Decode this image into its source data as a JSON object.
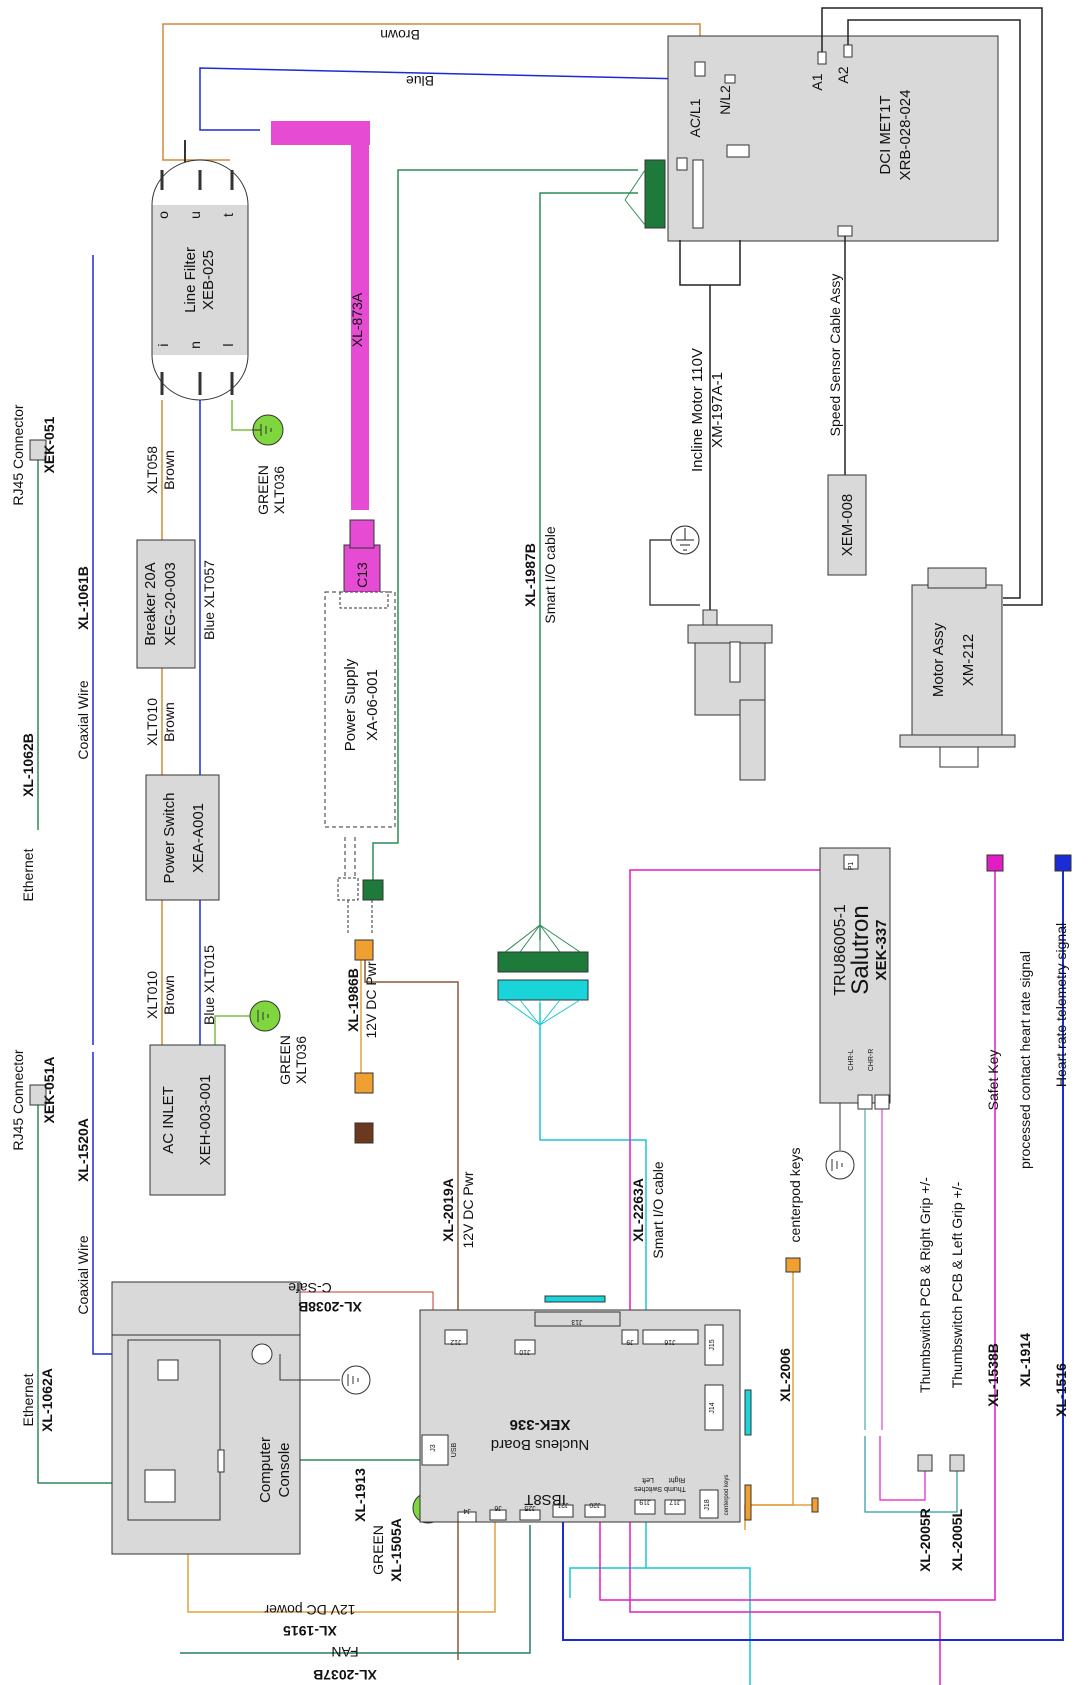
{
  "colors": {
    "brown": "#d08a3a",
    "blue": "#1b2bd6",
    "green": "#2e8b57",
    "cyan": "#19c8d2",
    "magenta": "#e01ec4",
    "red": "#c0392b",
    "darkbrown": "#6b3a1e",
    "gray": "#d9d9d9",
    "teal": "#2a7a6a"
  },
  "labels": {
    "brown_top": "Brown",
    "blue_top": "Blue",
    "ac_l1": "AC/L1",
    "n_l2": "N/L2",
    "a1": "A1",
    "a2": "A2",
    "motor_ctrl_name": "DCI MET1T",
    "motor_ctrl_part": "XRB-028-024",
    "line_filter_name": "Line Filter",
    "line_filter_part": "XEB-025",
    "lf_o": "o",
    "lf_u": "u",
    "lf_t": "t",
    "lf_i": "i",
    "lf_n": "n",
    "lf_l": "l",
    "xl873a": "XL-873A",
    "green_xlt036_a": "GREEN",
    "xlt036_a": "XLT036",
    "xlt058": "XLT058",
    "brown_058": "Brown",
    "breaker_name": "Breaker 20A",
    "breaker_part": "XEG-20-003",
    "blue_xlt057": "Blue  XLT057",
    "c13": "C13",
    "ps_name": "Power Supply",
    "ps_part": "XA-06-001",
    "xlt010_a": "XLT010",
    "brown_010a": "Brown",
    "power_switch_name": "Power Switch",
    "power_switch_part": "XEA-A001",
    "xlt010_b": "XLT010",
    "brown_010b": "Brown",
    "blue_xlt015": "Blue XLT015",
    "green_xlt036_b": "GREEN",
    "xlt036_b": "XLT036",
    "ac_inlet_name": "AC INLET",
    "ac_inlet_part": "XEH-003-001",
    "rj45_top": "RJ45 Connector",
    "xek051": "XEK-051",
    "ethernet_top": "Ethernet",
    "xl1062b": "XL-1062B",
    "coax_top": "Coaxial Wire",
    "xl1061b": "XL-1061B",
    "rj45_bottom": "RJ45 Connector",
    "xek051a": "XEK-051A",
    "coax_bottom": "Coaxial Wire",
    "xl1520a": "XL-1520A",
    "ethernet_bottom": "Ethernet",
    "xl1062a": "XL-1062A",
    "incline_name": "Incline Motor 110V",
    "incline_part": "XM-197A-1",
    "speed_sensor": "Speed Sensor Cable Assy",
    "xem008": "XEM-008",
    "motor_assy_name": "Motor Assy",
    "motor_assy_part": "XM-212",
    "xl1987b": "XL-1987B",
    "smart_io_a": "Smart I/O cable",
    "xl1986b": "XL-1986B",
    "dc12_a": "12V DC Pwr",
    "xl2019a": "XL-2019A",
    "dc12_b": "12V DC Pwr",
    "xl2263a": "XL-2263A",
    "smart_io_b": "Smart I/O cable",
    "xl2006": "XL-2006",
    "centerpod": "centerpod keys",
    "tru_part": "TRU86005-1",
    "salutron": "Salutron",
    "xek337": "XEK-337",
    "chr_l": "CHR-L",
    "chr_r": "CHR-R",
    "p1": "P1",
    "thumb_right": "Thumbswitch PCB & Right Grip +/-",
    "thumb_left": "Thumbswitch PCB & Left Grip +/-",
    "safety_key": "Safet Key",
    "processed_hr": "processed contact heart rate signal",
    "hr_telemetry": "Heart rate telemetry signal",
    "xl2005r": "XL-2005R",
    "xl2005l": "XL-2005L",
    "xl1538b": "XL-1538B",
    "xl1914": "XL-1914",
    "xl1516": "XL-1516",
    "csafe": "C-Safe",
    "xl2038b": "XL-2038B",
    "computer_console_1": "Computer",
    "computer_console_2": "Console",
    "xl1913": "XL-1913",
    "nucleus_board": "Nucleus Board",
    "xek336": "XEK-336",
    "ibs8t": "IBS8T",
    "j13": "J13",
    "j12": "J12",
    "j10": "J10",
    "j9": "J9",
    "j16": "J16",
    "j15": "J15",
    "j14": "J14",
    "j3": "J3",
    "usb": "USB",
    "j4": "J4",
    "j6": "J6",
    "j25": "J25",
    "j21": "J21",
    "j20": "J20",
    "j19": "J19",
    "j17": "J17",
    "j18": "J18",
    "thumb_sw": "Thumb Switches",
    "left": "Left",
    "right": "Right",
    "centerpod_keys_small": "centerpod keys",
    "green_1505": "GREEN",
    "xl1505a": "XL-1505A",
    "dc_power": "12V DC power",
    "xl1915": "XL-1915",
    "fan": "FAN",
    "xl2037b": "XL-2037B"
  }
}
